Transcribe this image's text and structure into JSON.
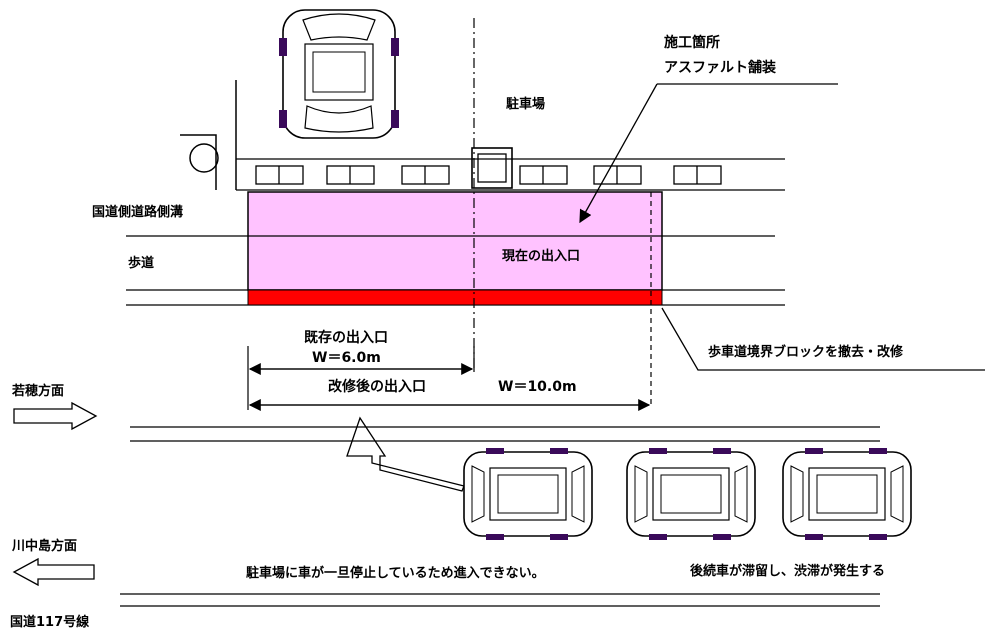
{
  "labels": {
    "construction_site": "施工箇所",
    "asphalt_paving": "アスファルト舗装",
    "parking_lot": "駐車場",
    "national_road_side_ditch": "国道側道路側溝",
    "sidewalk": "歩道",
    "current_entrance": "現在の出入口",
    "existing_entrance": "既存の出入口",
    "existing_width": "W＝6.0m",
    "modified_entrance": "改修後の出入口",
    "modified_width": "W＝10.0m",
    "curb_block_note": "歩車道境界ブロックを撤去・改修",
    "direction_wakaho": "若穂方面",
    "direction_kawanakajima": "川中島方面",
    "route_name": "国道117号線",
    "problem_note": "駐車場に車が一旦停止しているため進入できない。",
    "congestion_note": "後続車が滞留し、渋滞が発生する"
  },
  "colors": {
    "construction_fill": "#ffc2ff",
    "curb_red": "#ff0000",
    "car_accent": "#3a0a5a",
    "line": "#000000"
  }
}
